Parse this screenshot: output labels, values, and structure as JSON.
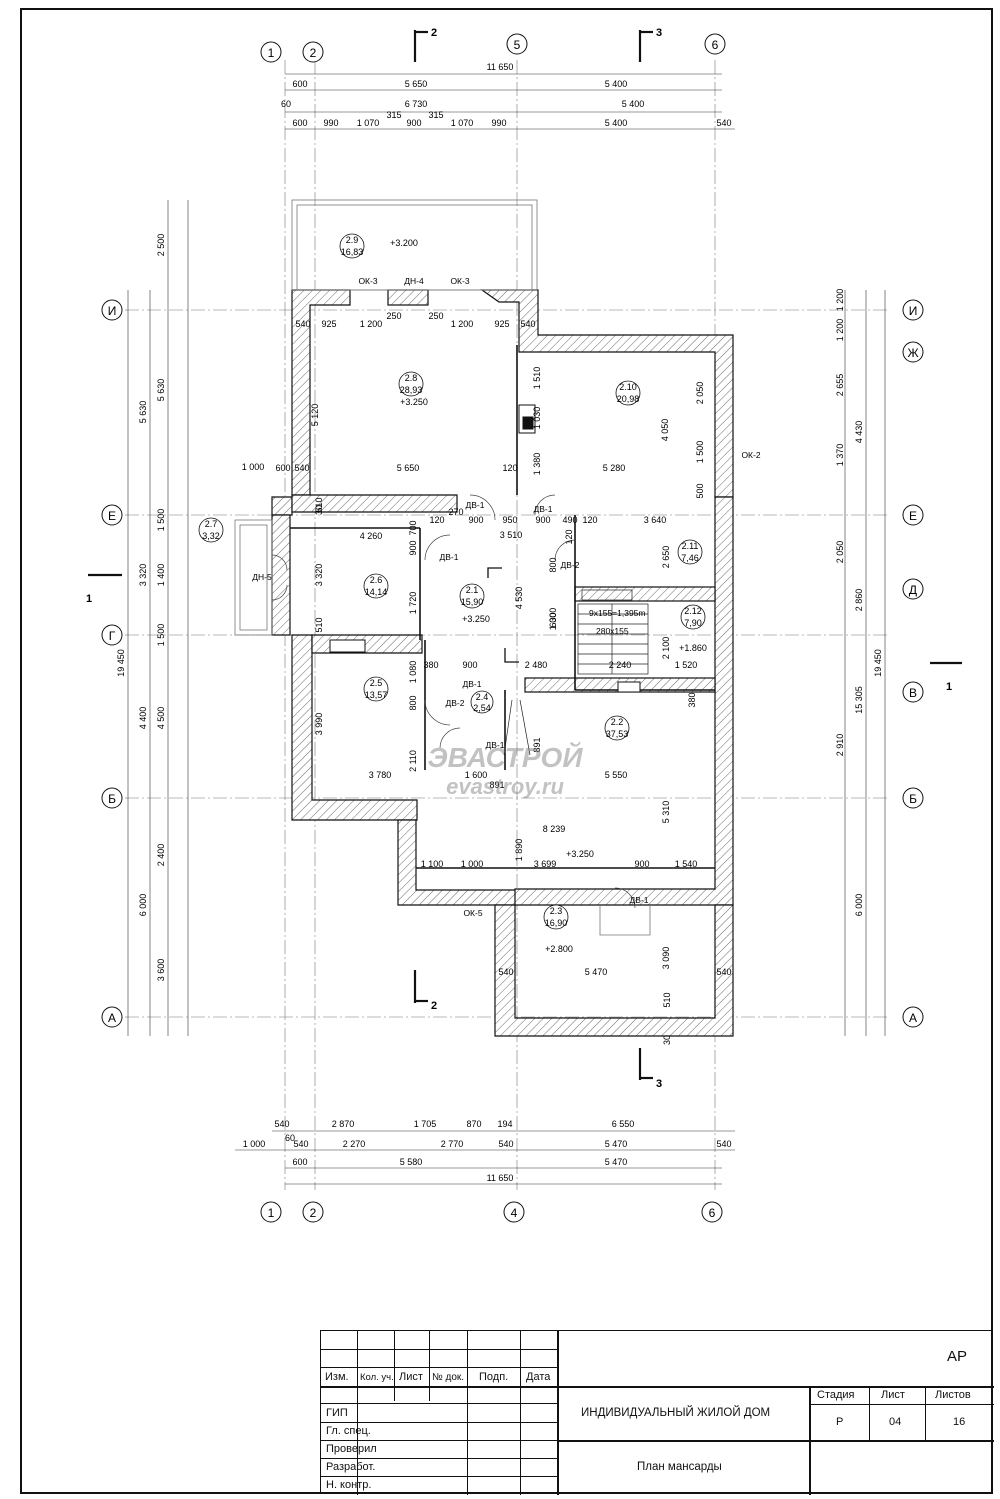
{
  "sheet_code": "АР",
  "project_title": "ИНДИВИДУАЛЬНЫЙ ЖИЛОЙ ДОМ",
  "drawing_title": "План мансарды",
  "stamp": {
    "headers": [
      "Изм.",
      "Кол. уч.",
      "Лист",
      "№ док.",
      "Подп.",
      "Дата"
    ],
    "roles": [
      "ГИП",
      "Гл. спец.",
      "Проверил",
      "Разработ.",
      "Н. контр."
    ],
    "stage_label": "Стадия",
    "sheet_label": "Лист",
    "sheets_label": "Листов",
    "stage": "Р",
    "sheet": "04",
    "sheets": "16"
  },
  "watermark": {
    "line1": "ЭВАСТРОЙ",
    "line2": "evastroy.ru"
  },
  "axes": {
    "top": [
      "1",
      "2",
      "5",
      "6"
    ],
    "bottom": [
      "1",
      "2",
      "4",
      "6"
    ],
    "left": [
      "И",
      "Е",
      "Г",
      "Б",
      "А"
    ],
    "right": [
      "И",
      "Ж",
      "Е",
      "Д",
      "В",
      "Б",
      "А"
    ]
  },
  "sections": [
    "2",
    "3",
    "1",
    "1",
    "2",
    "3"
  ],
  "rooms": [
    {
      "id": "2.9",
      "area": "16,83",
      "level": "+3.200"
    },
    {
      "id": "2.8",
      "area": "28,93",
      "level": "+3.250"
    },
    {
      "id": "2.10",
      "area": "20,98"
    },
    {
      "id": "2.7",
      "area": "3,32"
    },
    {
      "id": "2.6",
      "area": "14,14"
    },
    {
      "id": "2.1",
      "area": "15,90",
      "level": "+3.250"
    },
    {
      "id": "2.11",
      "area": "7,46"
    },
    {
      "id": "2.12",
      "area": "7,90",
      "level": "+1.860"
    },
    {
      "id": "2.5",
      "area": "13,57"
    },
    {
      "id": "2.4",
      "area": "2,54"
    },
    {
      "id": "2.2",
      "area": "37,53",
      "level": "+3.250"
    },
    {
      "id": "2.3",
      "area": "16,90",
      "level": "+2.800"
    }
  ],
  "openings": [
    "ОК-3",
    "ДН-4",
    "ОК-3",
    "ОК-2",
    "ДВ-1",
    "ДВ-1",
    "ДВ-1",
    "ДВ-2",
    "ДН-5",
    "ДВ-1",
    "ДВ-2",
    "ДВ-1",
    "ОК-5",
    "ДВ-1"
  ],
  "stair": {
    "line1": "9x155=1,395m",
    "line2": "280x155"
  },
  "dims": {
    "top_total": "11 650",
    "top_row1": [
      "600",
      "5 650",
      "5 400"
    ],
    "top_row2": [
      "60",
      "6 730",
      "5 400"
    ],
    "top_row3": [
      "600",
      "990",
      "1 070",
      "315",
      "900",
      "315",
      "1 070",
      "990",
      "5 400",
      "540"
    ],
    "bottom_row1": [
      "540",
      "2 870",
      "1 705",
      "870",
      "194",
      "6 550"
    ],
    "bottom_row2": [
      "1 000",
      "60",
      "540",
      "2 270",
      "2 770",
      "540",
      "5 470",
      "540"
    ],
    "bottom_row3": [
      "600",
      "5 580",
      "5 470"
    ],
    "bottom_total": "11 650",
    "left_total": "19 450",
    "left_a": [
      "5 630",
      "3 320",
      "4 400",
      "6 000"
    ],
    "left_b": [
      "2 500",
      "5 630",
      "1 500",
      "1 400",
      "1 500",
      "4 500",
      "2 400",
      "3 600"
    ],
    "right_total": "19 450",
    "right_a": [
      "15 305"
    ],
    "right_b": [
      "1 200",
      "4 430",
      "2 860",
      "6 000"
    ],
    "right_c": [
      "1 200",
      "2 655",
      "1 370",
      "2 050",
      "2 910"
    ],
    "inner": [
      "540",
      "925",
      "1 200",
      "250",
      "250",
      "1 200",
      "925",
      "540",
      "5 120",
      "5 650",
      "120",
      "5 280",
      "1 000",
      "600",
      "540",
      "1 510",
      "1 030",
      "1 380",
      "4 050",
      "2 050",
      "1 500",
      "500",
      "510",
      "30",
      "4 260",
      "700",
      "900",
      "120",
      "270",
      "900",
      "950",
      "900",
      "490",
      "120",
      "3 640",
      "3 510",
      "3 320",
      "1 720",
      "510",
      "4 530",
      "1 000",
      "630",
      "800",
      "120",
      "2 650",
      "2 100",
      "2 240",
      "1 520",
      "2 480",
      "900",
      "380",
      "1 080",
      "800",
      "3 990",
      "2 110",
      "3 780",
      "1 600",
      "891",
      "891",
      "5 550",
      "5 310",
      "380",
      "8 239",
      "1 100",
      "1 000",
      "3 699",
      "900",
      "1 540",
      "1 890",
      "5 470",
      "3 090",
      "540",
      "540",
      "510",
      "30"
    ]
  }
}
